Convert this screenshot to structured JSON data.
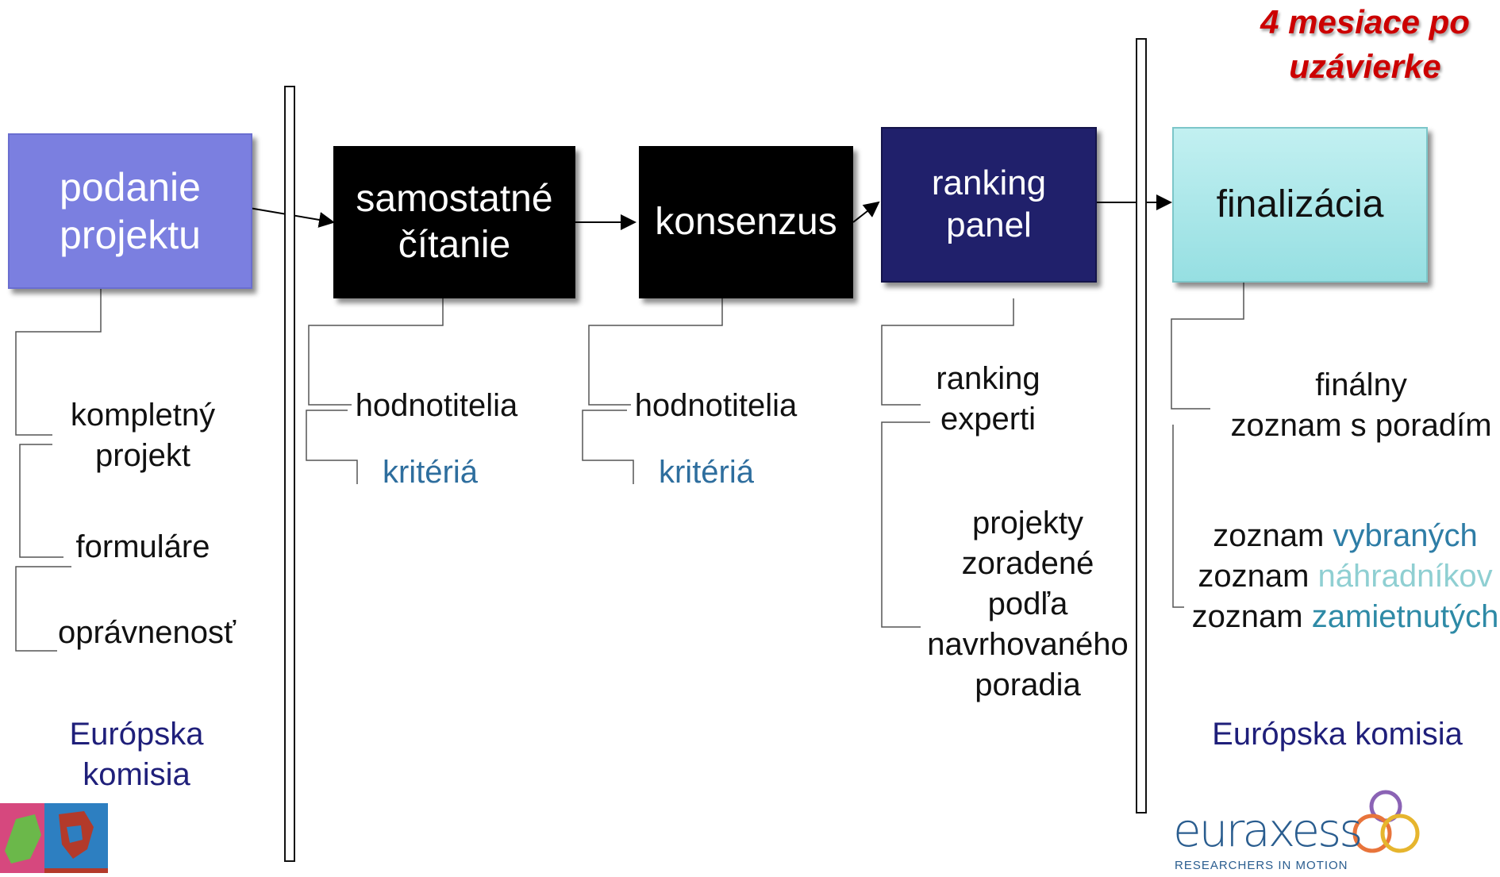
{
  "deadline": {
    "line1": "4 mesiace po",
    "line2": "uzávierke"
  },
  "steps": [
    {
      "line1": "podanie",
      "line2": "projektu"
    },
    {
      "line1": "samostatné",
      "line2": "čítanie"
    },
    {
      "line1": "konsenzus"
    },
    {
      "line1": "ranking",
      "line2": "panel"
    },
    {
      "line1": "finalizácia"
    }
  ],
  "submission": {
    "item1_line1": "kompletný",
    "item1_line2": "projekt",
    "item2": "formuláre",
    "item3": "oprávnenosť",
    "actor_line1": "Európska",
    "actor_line2": "komisia"
  },
  "reading": {
    "item1": "hodnotitelia",
    "item2": "kritériá"
  },
  "consensus": {
    "item1": "hodnotitelia",
    "item2": "kritériá"
  },
  "ranking": {
    "item1_line1": "ranking",
    "item1_line2": "experti",
    "item2_lines": [
      "projekty",
      "zoradené",
      "podľa",
      "navrhovaného",
      "poradia"
    ]
  },
  "finalization": {
    "item1_line1": "finálny",
    "item1_line2": "zoznam s poradím",
    "list_prefix": "zoznam",
    "list_selected": "vybraných",
    "list_reserve": "náhradníkov",
    "list_rejected": "zamietnutých",
    "actor": "Európska komisia"
  },
  "logo": {
    "wordmark": "euraxess",
    "tagline": "RESEARCHERS IN MOTION"
  },
  "colors": {
    "submission_box": "#7b7fe0",
    "black_box": "#000000",
    "ranking_box": "#20206b",
    "final_box": "#a6e6e8",
    "deadline_text": "#cc0000",
    "criteria_text": "#2e6e9e",
    "selected_text": "#2e7da6",
    "reserve_text": "#8fcfd2",
    "rejected_text": "#2e8aa6",
    "actor_text": "#1f1f7a"
  }
}
